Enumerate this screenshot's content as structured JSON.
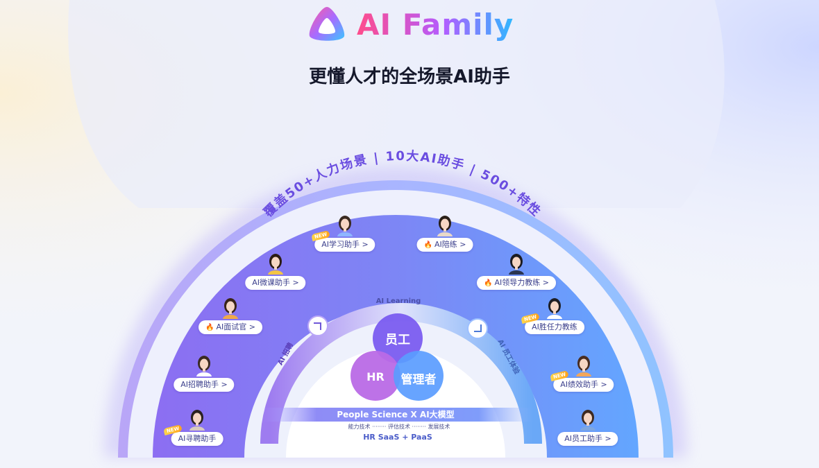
{
  "brand": {
    "name": "AI Family",
    "tagline": "更懂人才的全场景AI助手"
  },
  "arc": {
    "headline": "覆盖50+人力场景 | 10大AI助手 | 500+特性"
  },
  "inner_ring": {
    "top": "AI Learning",
    "left": "AI 招聘",
    "right": "AI 员工体验"
  },
  "circles": {
    "employee": "员工",
    "hr": "HR",
    "manager": "管理者"
  },
  "core": {
    "model": "People Science X AI大模型",
    "tech1": "能力技术",
    "tech2": "评估技术",
    "tech3": "发展技术",
    "dashes": "········",
    "platform": "HR SaaS + PaaS"
  },
  "badge_new": "NEW",
  "assistants": [
    {
      "label": "AI学习助手 >",
      "hot": false,
      "new": true
    },
    {
      "label": "AI陪练 >",
      "hot": true,
      "new": false
    },
    {
      "label": "AI微课助手 >",
      "hot": false,
      "new": false
    },
    {
      "label": "AI领导力教练 >",
      "hot": true,
      "new": false
    },
    {
      "label": "AI面试官 >",
      "hot": true,
      "new": false
    },
    {
      "label": "AI胜任力教练",
      "hot": false,
      "new": true
    },
    {
      "label": "AI招聘助手 >",
      "hot": false,
      "new": false
    },
    {
      "label": "AI绩效助手 >",
      "hot": false,
      "new": true
    },
    {
      "label": "AI寻聘助手",
      "hot": false,
      "new": true
    },
    {
      "label": "AI员工助手 >",
      "hot": false,
      "new": false
    }
  ],
  "colors": {
    "accent_purple": "#7b5cf0",
    "accent_blue": "#5a9cff",
    "hr_purple": "#b96ae6",
    "fire": "#ff3b3b"
  }
}
